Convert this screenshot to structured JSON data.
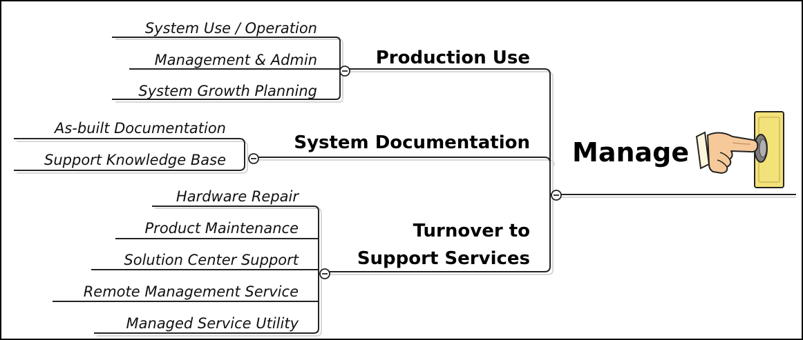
{
  "central": {
    "label": "Manage",
    "icon": "hand-pressing-button-icon"
  },
  "branches": {
    "production_use": {
      "label": "Production Use",
      "children": [
        "System Use / Operation",
        "Management & Admin",
        "System Growth Planning"
      ]
    },
    "system_documentation": {
      "label": "System Documentation",
      "children": [
        "As-built Documentation",
        "Support Knowledge Base"
      ]
    },
    "turnover": {
      "label_line1": "Turnover to",
      "label_line2": "Support Services",
      "children": [
        "Hardware Repair",
        "Product Maintenance",
        "Solution Center Support",
        "Remote Management Service",
        "Managed Service Utility"
      ]
    }
  },
  "colors": {
    "line": "#222222",
    "plate": "#f3e27a",
    "button": "#8a8a8a",
    "skin": "#f6c99b"
  }
}
